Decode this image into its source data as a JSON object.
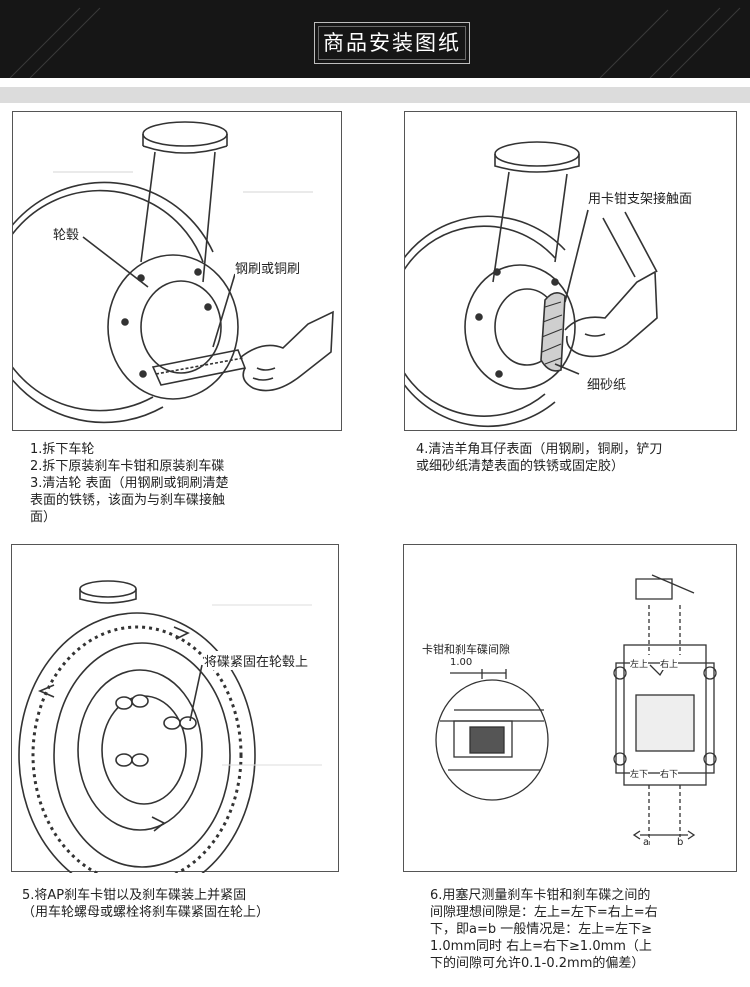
{
  "header": {
    "title": "商品安装图纸"
  },
  "panels": {
    "p1": {
      "label_hub": "轮毂",
      "label_brush": "钢刷或铜刷",
      "caption": [
        "1.拆下车轮",
        "2.拆下原装刹车卡钳和原装刹车碟",
        "3.清洁轮 表面（用钢刷或铜刷清楚",
        "表面的铁锈，该面为与刹车碟接触",
        "面）"
      ]
    },
    "p2": {
      "label_contact": "用卡钳支架接触面",
      "label_sandpaper": "细砂纸",
      "caption": [
        "4.清洁羊角耳仔表面（用钢刷，铜刷，铲刀",
        "或细砂纸清楚表面的铁锈或固定胶）"
      ]
    },
    "p3": {
      "label_fix": "将碟紧固在轮毂上",
      "caption": [
        "5.将AP刹车卡钳以及刹车碟装上并紧固",
        "（用车轮螺母或螺栓将刹车碟紧固在轮上）"
      ]
    },
    "p4": {
      "label_gap": "卡钳和刹车碟间隙",
      "gap_value": "1.00",
      "tl": "左上",
      "tr": "右上",
      "bl": "左下",
      "br": "右下",
      "a": "a",
      "b": "b",
      "caption": [
        "6.用塞尺测量刹车卡钳和刹车碟之间的",
        "间隙理想间隙是：左上=左下=右上=右",
        "下，即a=b 一般情况是：左上=左下≥",
        "1.0mm同时 右上=右下≥1.0mm（上",
        "下的间隙可允许0.1-0.2mm的偏差）"
      ]
    }
  }
}
